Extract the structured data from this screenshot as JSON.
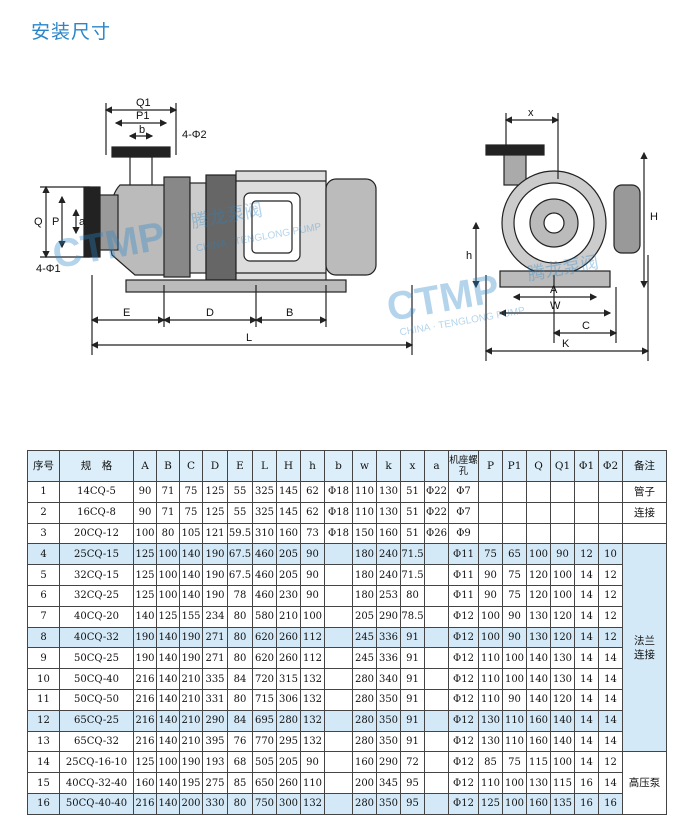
{
  "page": {
    "title": "安装尺寸"
  },
  "watermark": {
    "brand": "CTMP",
    "cn": "腾龙泵阀",
    "en": "CHINA · TENGLONG PUMP",
    "cn_short": "腾龙 泵阀"
  },
  "drawing": {
    "left_labels": {
      "q1": "Q1",
      "p1": "P1",
      "b": "b",
      "hole2": "4-Φ2",
      "q": "Q",
      "p": "P",
      "a": "a",
      "hole1": "4-Φ1",
      "e": "E",
      "d": "D",
      "b_dim": "B",
      "l": "L"
    },
    "right_labels": {
      "x": "x",
      "h": "h",
      "h_cap": "H",
      "a": "A",
      "w": "W",
      "c": "C",
      "k": "K"
    }
  },
  "table": {
    "headers": [
      "序号",
      "规　格",
      "A",
      "B",
      "C",
      "D",
      "E",
      "L",
      "H",
      "h",
      "b",
      "w",
      "k",
      "x",
      "a",
      "机座螺孔",
      "P",
      "P1",
      "Q",
      "Q1",
      "Φ1",
      "Φ2",
      "备注"
    ],
    "rows": [
      [
        "1",
        "14CQ-5",
        "90",
        "71",
        "75",
        "125",
        "55",
        "325",
        "145",
        "62",
        "Φ18",
        "110",
        "130",
        "51",
        "Φ22",
        "Φ7",
        "",
        "",
        "",
        "",
        "",
        ""
      ],
      [
        "2",
        "16CQ-8",
        "90",
        "71",
        "75",
        "125",
        "55",
        "325",
        "145",
        "62",
        "Φ18",
        "110",
        "130",
        "51",
        "Φ22",
        "Φ7",
        "",
        "",
        "",
        "",
        "",
        ""
      ],
      [
        "3",
        "20CQ-12",
        "100",
        "80",
        "105",
        "121",
        "59.5",
        "310",
        "160",
        "73",
        "Φ18",
        "150",
        "160",
        "51",
        "Φ26",
        "Φ9",
        "",
        "",
        "",
        "",
        "",
        ""
      ],
      [
        "4",
        "25CQ-15",
        "125",
        "100",
        "140",
        "190",
        "67.5",
        "460",
        "205",
        "90",
        "",
        "180",
        "240",
        "71.5",
        "",
        "Φ11",
        "75",
        "65",
        "100",
        "90",
        "12",
        "10"
      ],
      [
        "5",
        "32CQ-15",
        "125",
        "100",
        "140",
        "190",
        "67.5",
        "460",
        "205",
        "90",
        "",
        "180",
        "240",
        "71.5",
        "",
        "Φ11",
        "90",
        "75",
        "120",
        "100",
        "14",
        "12"
      ],
      [
        "6",
        "32CQ-25",
        "125",
        "100",
        "140",
        "190",
        "78",
        "460",
        "230",
        "90",
        "",
        "180",
        "253",
        "80",
        "",
        "Φ11",
        "90",
        "75",
        "120",
        "100",
        "14",
        "12"
      ],
      [
        "7",
        "40CQ-20",
        "140",
        "125",
        "155",
        "234",
        "80",
        "580",
        "210",
        "100",
        "",
        "205",
        "290",
        "78.5",
        "",
        "Φ12",
        "100",
        "90",
        "130",
        "120",
        "14",
        "12"
      ],
      [
        "8",
        "40CQ-32",
        "190",
        "140",
        "190",
        "271",
        "80",
        "620",
        "260",
        "112",
        "",
        "245",
        "336",
        "91",
        "",
        "Φ12",
        "100",
        "90",
        "130",
        "120",
        "14",
        "12"
      ],
      [
        "9",
        "50CQ-25",
        "190",
        "140",
        "190",
        "271",
        "80",
        "620",
        "260",
        "112",
        "",
        "245",
        "336",
        "91",
        "",
        "Φ12",
        "110",
        "100",
        "140",
        "130",
        "14",
        "14"
      ],
      [
        "10",
        "50CQ-40",
        "216",
        "140",
        "210",
        "335",
        "84",
        "720",
        "315",
        "132",
        "",
        "280",
        "340",
        "91",
        "",
        "Φ12",
        "110",
        "100",
        "140",
        "130",
        "14",
        "14"
      ],
      [
        "11",
        "50CQ-50",
        "216",
        "140",
        "210",
        "331",
        "80",
        "715",
        "306",
        "132",
        "",
        "280",
        "350",
        "91",
        "",
        "Φ12",
        "110",
        "90",
        "140",
        "120",
        "14",
        "14"
      ],
      [
        "12",
        "65CQ-25",
        "216",
        "140",
        "210",
        "290",
        "84",
        "695",
        "280",
        "132",
        "",
        "280",
        "350",
        "91",
        "",
        "Φ12",
        "130",
        "110",
        "160",
        "140",
        "14",
        "14"
      ],
      [
        "13",
        "65CQ-32",
        "216",
        "140",
        "210",
        "395",
        "76",
        "770",
        "295",
        "132",
        "",
        "280",
        "350",
        "91",
        "",
        "Φ12",
        "130",
        "110",
        "160",
        "140",
        "14",
        "14"
      ],
      [
        "14",
        "25CQ-16-10",
        "125",
        "100",
        "190",
        "193",
        "68",
        "505",
        "205",
        "90",
        "",
        "160",
        "290",
        "72",
        "",
        "Φ12",
        "85",
        "75",
        "115",
        "100",
        "14",
        "12"
      ],
      [
        "15",
        "40CQ-32-40",
        "160",
        "140",
        "195",
        "275",
        "85",
        "650",
        "260",
        "110",
        "",
        "200",
        "345",
        "95",
        "",
        "Φ12",
        "110",
        "100",
        "130",
        "115",
        "16",
        "14"
      ],
      [
        "16",
        "50CQ-40-40",
        "216",
        "140",
        "200",
        "330",
        "80",
        "750",
        "300",
        "132",
        "",
        "280",
        "350",
        "95",
        "",
        "Φ12",
        "125",
        "100",
        "160",
        "135",
        "16",
        "16"
      ]
    ],
    "highlighted_rows": [
      "4",
      "8",
      "12",
      "16"
    ],
    "notes": {
      "n1": "管子",
      "n2": "连接",
      "n3": "法兰\n连接",
      "n4": "高压泵"
    }
  }
}
